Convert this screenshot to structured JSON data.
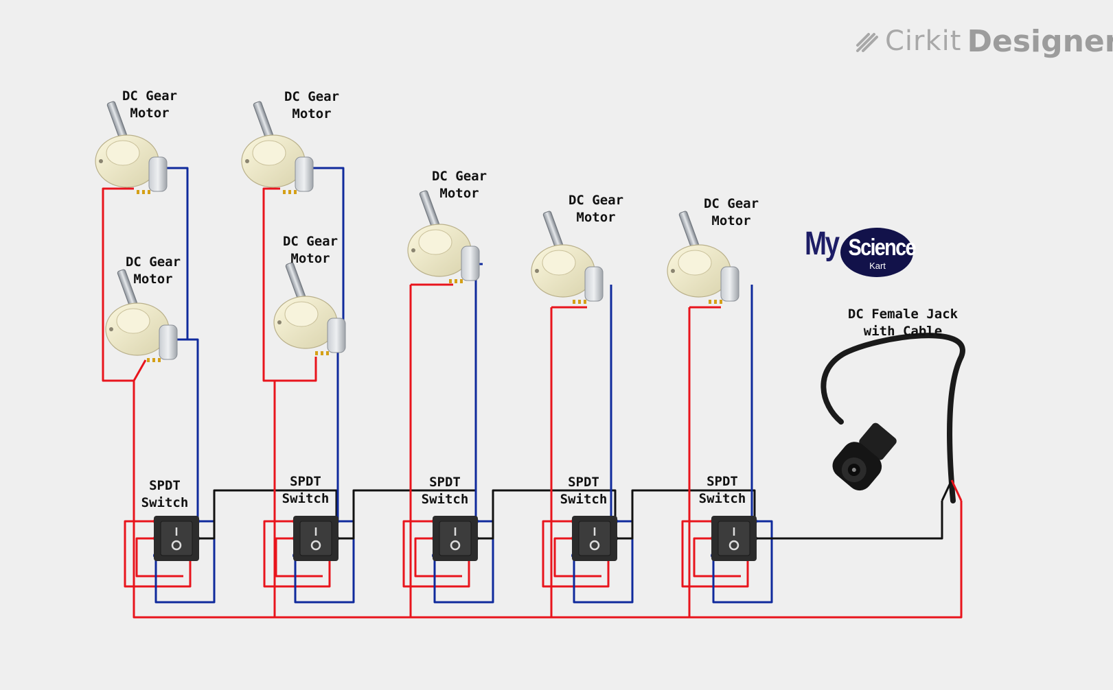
{
  "brand": {
    "cirkit": "Cirkit",
    "designer": "Designer",
    "logo_icon": "cirkit-pen-icon"
  },
  "sponsor_logo": {
    "my": "My",
    "science": "Science",
    "kart": "Kart"
  },
  "components": {
    "motors": [
      {
        "label_line1": "DC Gear",
        "label_line2": "Motor"
      },
      {
        "label_line1": "DC Gear",
        "label_line2": "Motor"
      },
      {
        "label_line1": "DC Gear",
        "label_line2": "Motor"
      },
      {
        "label_line1": "DC Gear",
        "label_line2": "Motor"
      },
      {
        "label_line1": "DC Gear",
        "label_line2": "Motor"
      },
      {
        "label_line1": "DC Gear",
        "label_line2": "Motor"
      },
      {
        "label_line1": "DC Gear",
        "label_line2": "Motor"
      }
    ],
    "switches": [
      {
        "label_line1": "SPDT",
        "label_line2": "Switch"
      },
      {
        "label_line1": "SPDT",
        "label_line2": "Switch"
      },
      {
        "label_line1": "SPDT",
        "label_line2": "Switch"
      },
      {
        "label_line1": "SPDT",
        "label_line2": "Switch"
      },
      {
        "label_line1": "SPDT",
        "label_line2": "Switch"
      }
    ],
    "jack": {
      "label_line1": "DC Female Jack",
      "label_line2": "with Cable"
    }
  },
  "wire_colors": {
    "red": "#e8141c",
    "blue": "#0f2a9c",
    "black": "#111111"
  }
}
